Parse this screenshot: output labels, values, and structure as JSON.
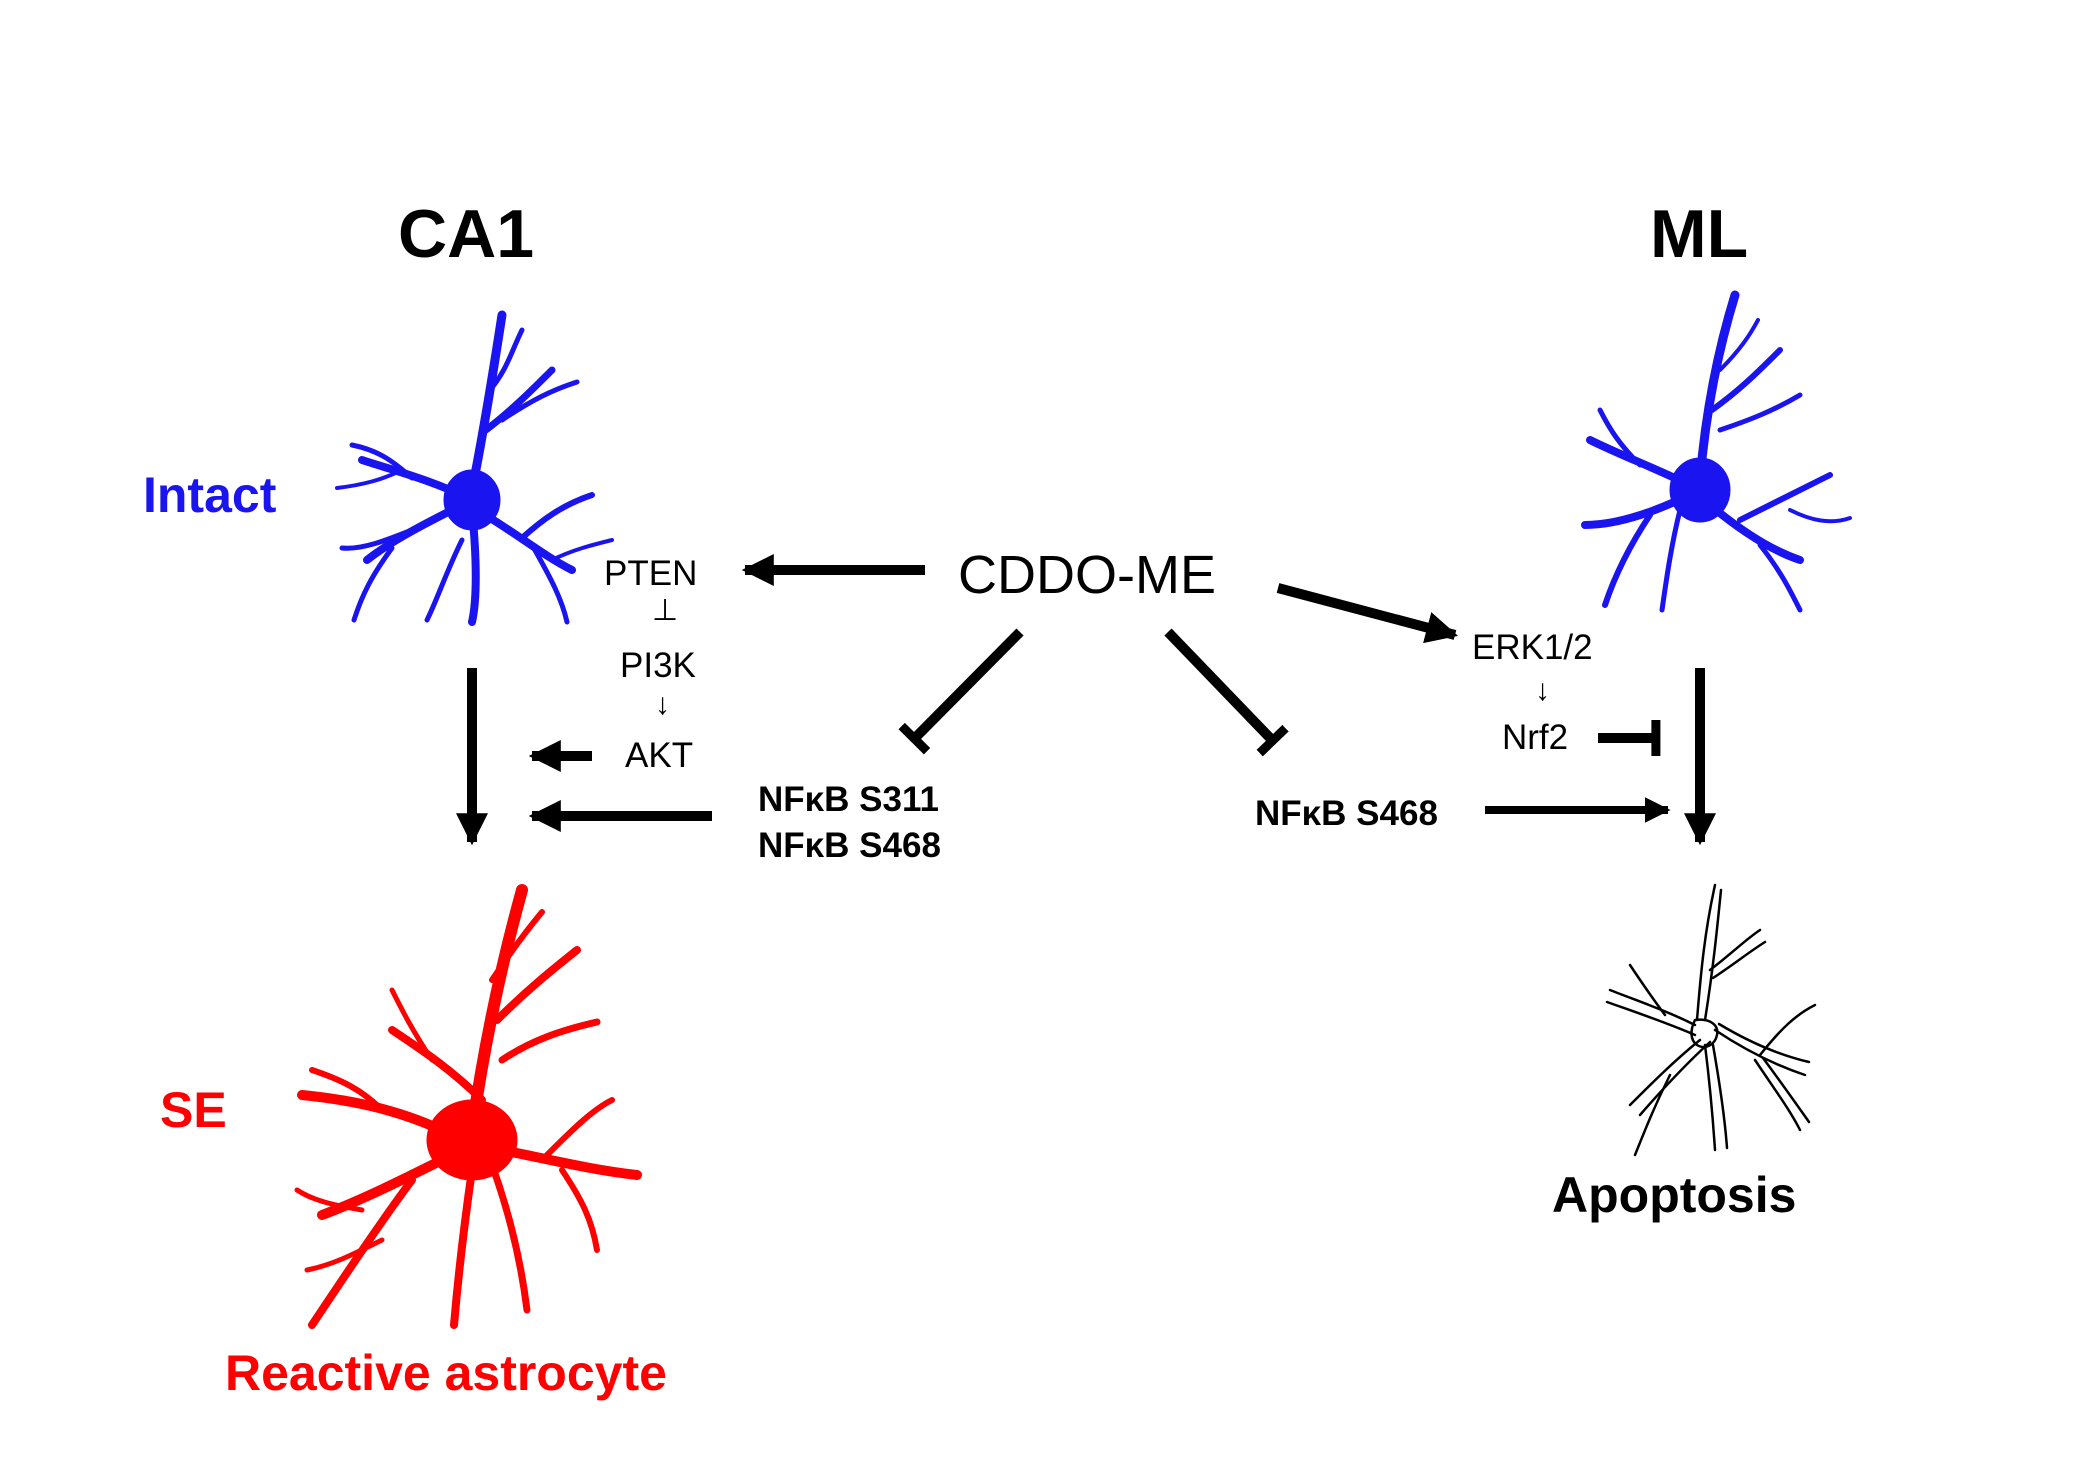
{
  "regions": {
    "left": "CA1",
    "right": "ML"
  },
  "conditions": {
    "intact": "Intact",
    "se": "SE"
  },
  "outcomes": {
    "left": "Reactive astrocyte",
    "right": "Apoptosis"
  },
  "center": "CDDO-ME",
  "left_pathway": {
    "pten": "PTEN",
    "inhibit_symbol": "⊥",
    "pi3k": "PI3K",
    "down_arrow": "↓",
    "akt": "AKT",
    "nfkb_1": "NFκB S311",
    "nfkb_2": "NFκB S468"
  },
  "right_pathway": {
    "erk": "ERK1/2",
    "down_arrow": "↓",
    "nrf2": "Nrf2",
    "nfkb": "NFκB S468"
  },
  "colors": {
    "intact_blue": "#1a14f0",
    "reactive_red": "#ff0000",
    "text_black": "#000000",
    "arrow_black": "#000000"
  },
  "icons": {
    "intact_left": "astrocyte-icon",
    "intact_right": "astrocyte-icon",
    "reactive": "reactive-astrocyte-icon",
    "apoptotic": "apoptotic-astrocyte-outline-icon"
  }
}
